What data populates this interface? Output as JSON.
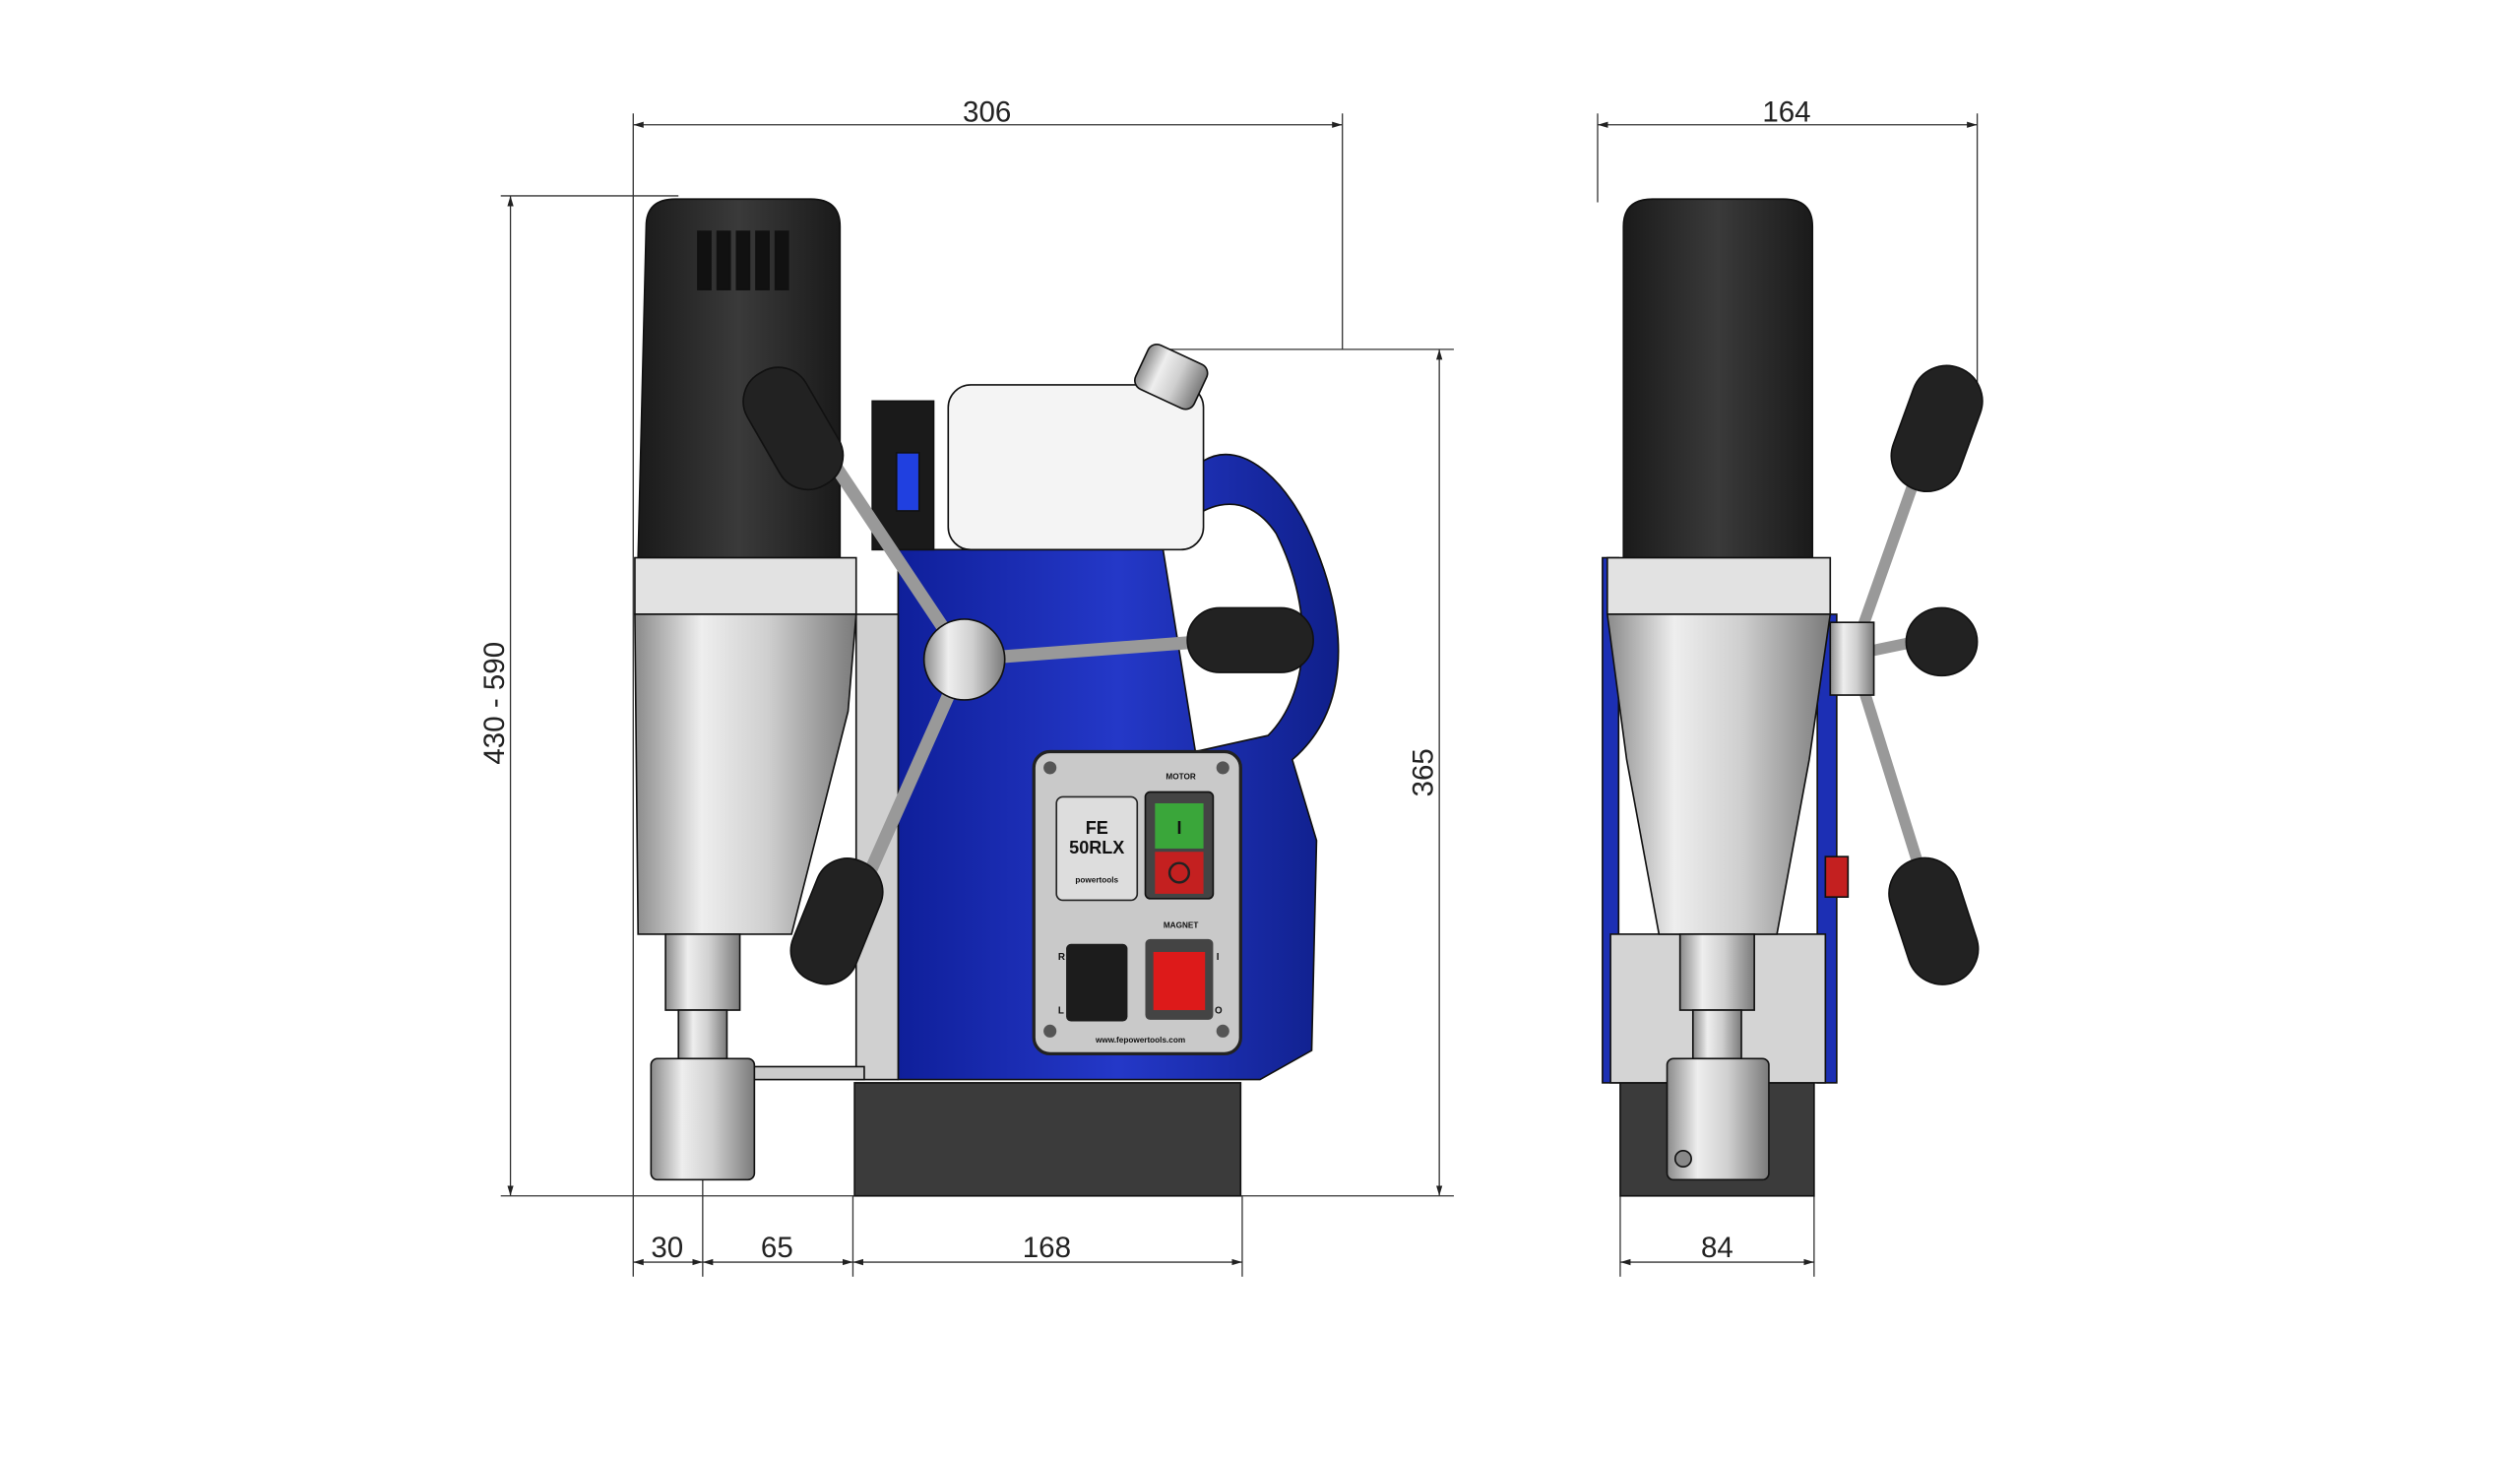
{
  "front_view": {
    "dimensions": {
      "overall_width": "306",
      "height_range": "430 - 590",
      "coolant_height": "365",
      "offset_1": "30",
      "offset_2": "65",
      "base_length": "168"
    },
    "control_panel": {
      "motor_label": "MOTOR",
      "model_line1": "FE",
      "model_line2": "50RLX",
      "brand": "powertools",
      "magnet_label": "MAGNET",
      "direction_r": "R",
      "direction_l": "L",
      "switch_on": "I",
      "switch_off": "O",
      "website": "www.fepowertools.com"
    }
  },
  "side_view": {
    "dimensions": {
      "overall_width": "164",
      "base_width": "84"
    }
  },
  "colors": {
    "body_blue": "#1c2fb4",
    "motor_black": "#2a2a2a",
    "base_dark": "#3b3b3b",
    "panel_gray": "#c9c9c9",
    "start_green": "#3aa63a",
    "stop_red": "#c42020"
  }
}
